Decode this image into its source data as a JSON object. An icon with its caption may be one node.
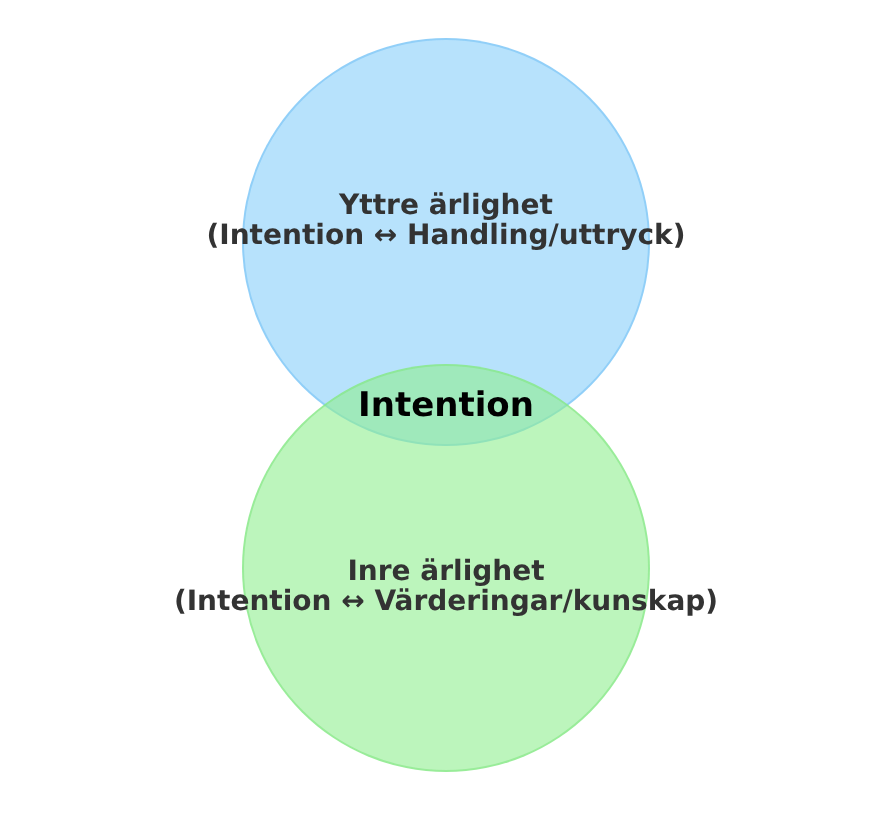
{
  "diagram": {
    "nodes": [
      {
        "text": [
          "Yttre ärlighet",
          "(Intention ↔ Handling/uttryck)"
        ]
      },
      {
        "text": [
          "Inre ärlighet",
          "(Intention ↔ Värderingar/kunskap)"
        ]
      }
    ],
    "edges": [],
    "labels": [
      "Intention"
    ]
  }
}
